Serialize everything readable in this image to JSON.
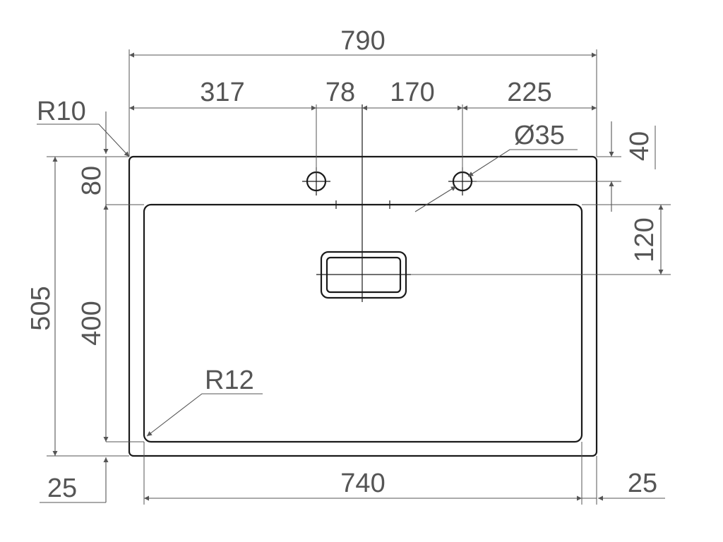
{
  "drawing": {
    "colors": {
      "line": "#1a1a1a",
      "dimension": "#555555",
      "background": "#ffffff"
    },
    "dimensions": {
      "overall_width": "790",
      "hole_offset_left": "317",
      "hole_spacing_part": "78",
      "hole_spacing_rest": "170",
      "hole_offset_right": "225",
      "corner_radius_outer": "R10",
      "tap_hole_diameter": "Ø35",
      "hole_from_edge": "40",
      "deck_depth": "80",
      "overall_depth": "505",
      "bowl_depth": "400",
      "drain_from_bowl_edge": "120",
      "corner_radius_bowl": "R12",
      "bowl_width": "740",
      "margin_left": "25",
      "margin_right": "25"
    }
  }
}
